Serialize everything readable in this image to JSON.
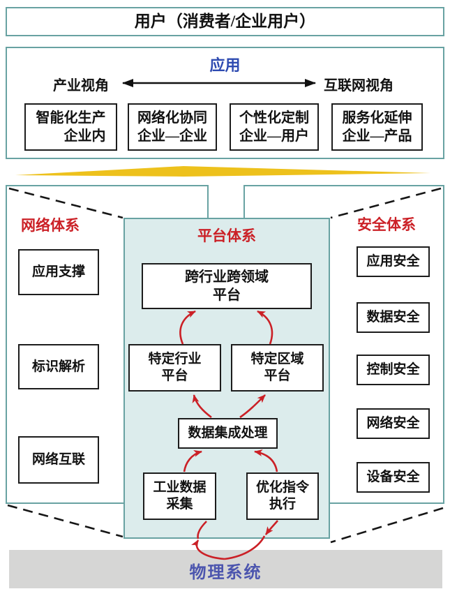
{
  "colors": {
    "teal_border": "#68a2a2",
    "panel_fill": "#dcecec",
    "red_accent": "#cb2026",
    "blue_accent": "#2e4bb1",
    "physical_text_blue": "#4c55ae",
    "gold_divider": "#edc11c",
    "gray_bar": "#d6d6d5",
    "box_border": "#1c1c1c"
  },
  "user_layer": {
    "label": "用户（消费者/企业用户）"
  },
  "application_layer": {
    "title": "应用",
    "left_perspective": "产业视角",
    "right_perspective": "互联网视角",
    "modes": [
      {
        "line1": "智能化生产",
        "line2": "企业内"
      },
      {
        "line1": "网络化协同",
        "line2": "企业—企业"
      },
      {
        "line1": "个性化定制",
        "line2": "企业—用户"
      },
      {
        "line1": "服务化延伸",
        "line2": "企业—产品"
      }
    ]
  },
  "network_system": {
    "title": "网络体系",
    "items": [
      "应用支撑",
      "标识解析",
      "网络互联"
    ]
  },
  "platform_system": {
    "title": "平台体系",
    "cross_platform": {
      "line1": "跨行业跨领域",
      "line2": "平台"
    },
    "industry_platform": {
      "line1": "特定行业",
      "line2": "平台"
    },
    "regional_platform": {
      "line1": "特定区域",
      "line2": "平台"
    },
    "data_processing": "数据集成处理",
    "data_collection": {
      "line1": "工业数据",
      "line2": "采集"
    },
    "command_execution": {
      "line1": "优化指令",
      "line2": "执行"
    }
  },
  "security_system": {
    "title": "安全体系",
    "items": [
      "应用安全",
      "数据安全",
      "控制安全",
      "网络安全",
      "设备安全"
    ]
  },
  "physical_layer": {
    "label": "物理系统"
  }
}
